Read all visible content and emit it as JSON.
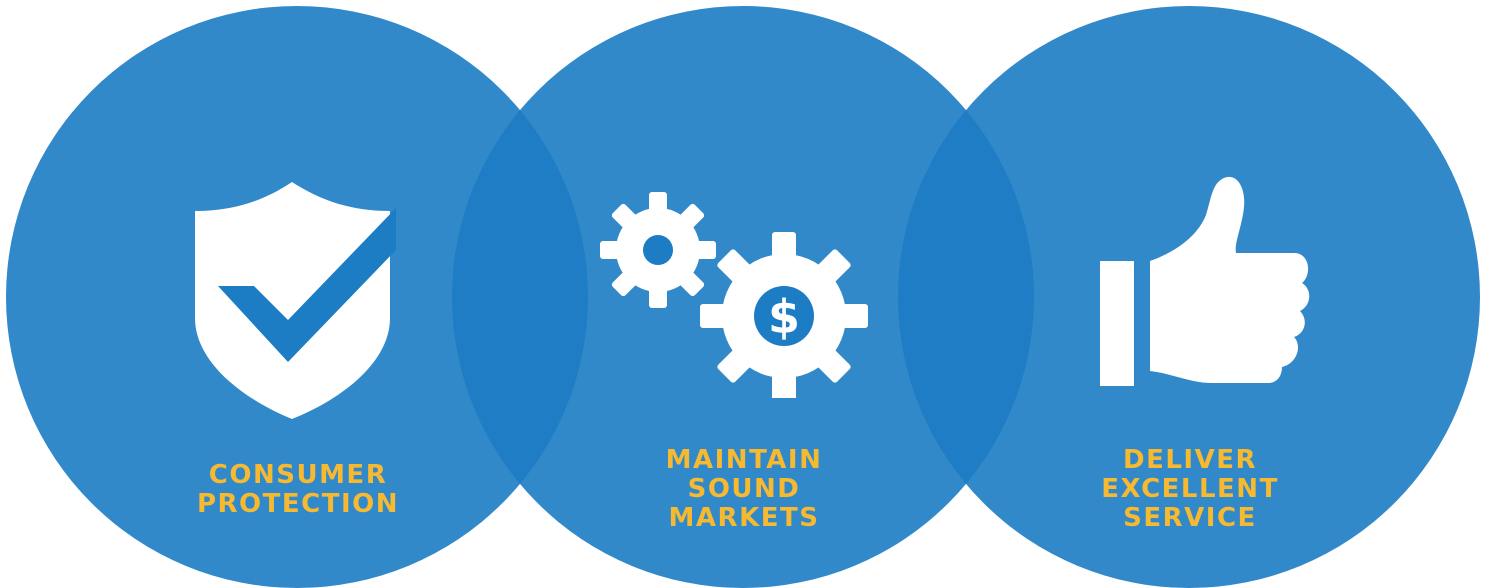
{
  "colors": {
    "circle": "#1c7cc4",
    "overlap": "#0a73c8",
    "icon": "#ffffff",
    "label": "#f6b92f"
  },
  "pillars": [
    {
      "icon": "shield-check-icon",
      "label_lines": [
        "CONSUMER",
        "PROTECTION"
      ]
    },
    {
      "icon": "gears-dollar-icon",
      "label_lines": [
        "MAINTAIN",
        "SOUND",
        "MARKETS"
      ]
    },
    {
      "icon": "thumbs-up-icon",
      "label_lines": [
        "DELIVER",
        "EXCELLENT",
        "SERVICE"
      ]
    }
  ]
}
